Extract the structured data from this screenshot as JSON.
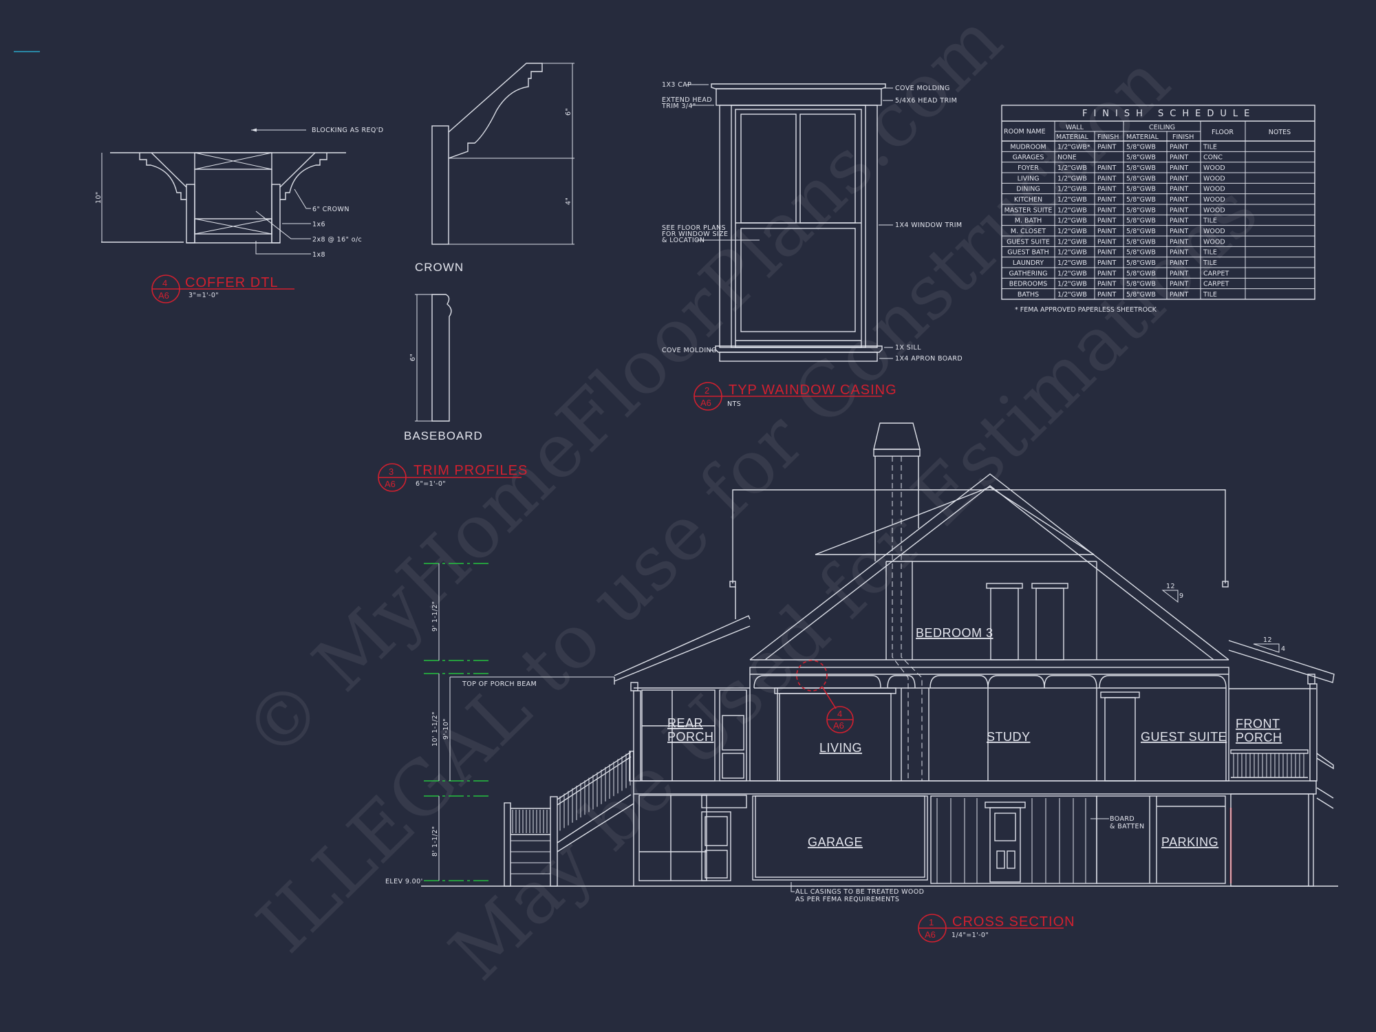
{
  "colors": {
    "background": "#262b3d",
    "linework": "#dfe2ea",
    "callout_red": "#d3202f",
    "level_green": "#25c23f",
    "marker_cyan": "#2aa7c9"
  },
  "watermark": {
    "line1": "© MyHomeFloorPlans.com",
    "line2": "ILLEGAL to use for Construction",
    "line3": "May be Used for Estimations"
  },
  "coffer_detail": {
    "callout_number": "4",
    "callout_sheet": "A6",
    "title": "COFFER DTL",
    "scale": "3\"=1'-0\"",
    "dimension": "10\"",
    "notes": [
      "BLOCKING AS REQ'D",
      "6\" CROWN",
      "1x6",
      "2x8 @ 16\" o/c",
      "1x8"
    ]
  },
  "trim_profiles": {
    "callout_number": "3",
    "callout_sheet": "A6",
    "title": "TRIM PROFILES",
    "scale": "6\"=1'-0\"",
    "crown_label": "CROWN",
    "crown_dims": [
      "6\"",
      "4\""
    ],
    "baseboard_label": "BASEBOARD",
    "baseboard_dim": "6\""
  },
  "window_casing": {
    "callout_number": "2",
    "callout_sheet": "A6",
    "title": "TYP WAINDOW CASING",
    "scale": "NTS",
    "notes_left": [
      "1X3 CAP",
      "EXTEND HEAD",
      "TRIM 3/4\"",
      "SEE FLOOR PLANS",
      "FOR WINDOW SIZE",
      "& LOCATION",
      "COVE MOLDING"
    ],
    "notes_right": [
      "COVE MOLDING",
      "5/4X6 HEAD TRIM",
      "1X4 WINDOW TRIM",
      "1X SILL",
      "1X4 APRON BOARD"
    ]
  },
  "finish_schedule": {
    "title": "FINISH SCHEDULE",
    "headers": {
      "room": "ROOM NAME",
      "wall": "WALL",
      "ceiling": "CEILING",
      "material": "MATERIAL",
      "finish": "FINISH",
      "floor": "FLOOR",
      "notes": "NOTES"
    },
    "rows": [
      [
        "MUDROOM",
        "1/2\"GWB*",
        "PAINT",
        "5/8\"GWB",
        "PAINT",
        "TILE",
        ""
      ],
      [
        "GARAGES",
        "NONE",
        "",
        "5/8\"GWB",
        "PAINT",
        "CONC",
        ""
      ],
      [
        "FOYER",
        "1/2\"GWB",
        "PAINT",
        "5/8\"GWB",
        "PAINT",
        "WOOD",
        ""
      ],
      [
        "LIVING",
        "1/2\"GWB",
        "PAINT",
        "5/8\"GWB",
        "PAINT",
        "WOOD",
        ""
      ],
      [
        "DINING",
        "1/2\"GWB",
        "PAINT",
        "5/8\"GWB",
        "PAINT",
        "WOOD",
        ""
      ],
      [
        "KITCHEN",
        "1/2\"GWB",
        "PAINT",
        "5/8\"GWB",
        "PAINT",
        "WOOD",
        ""
      ],
      [
        "MASTER SUITE",
        "1/2\"GWB",
        "PAINT",
        "5/8\"GWB",
        "PAINT",
        "WOOD",
        ""
      ],
      [
        "M. BATH",
        "1/2\"GWB",
        "PAINT",
        "5/8\"GWB",
        "PAINT",
        "TILE",
        ""
      ],
      [
        "M. CLOSET",
        "1/2\"GWB",
        "PAINT",
        "5/8\"GWB",
        "PAINT",
        "WOOD",
        ""
      ],
      [
        "GUEST SUITE",
        "1/2\"GWB",
        "PAINT",
        "5/8\"GWB",
        "PAINT",
        "WOOD",
        ""
      ],
      [
        "GUEST BATH",
        "1/2\"GWB",
        "PAINT",
        "5/8\"GWB",
        "PAINT",
        "TILE",
        ""
      ],
      [
        "LAUNDRY",
        "1/2\"GWB",
        "PAINT",
        "5/8\"GWB",
        "PAINT",
        "TILE",
        ""
      ],
      [
        "GATHERING",
        "1/2\"GWB",
        "PAINT",
        "5/8\"GWB",
        "PAINT",
        "CARPET",
        ""
      ],
      [
        "BEDROOMS",
        "1/2\"GWB",
        "PAINT",
        "5/8\"GWB",
        "PAINT",
        "CARPET",
        ""
      ],
      [
        "BATHS",
        "1/2\"GWB",
        "PAINT",
        "5/8\"GWB",
        "PAINT",
        "TILE",
        ""
      ]
    ],
    "footnote": "* FEMA APPROVED PAPERLESS SHEETROCK"
  },
  "cross_section": {
    "callout_number": "1",
    "callout_sheet": "A6",
    "title": "CROSS SECTION",
    "scale": "1/4\"=1'-0\"",
    "rooms": {
      "bedroom3": "BEDROOM 3",
      "rear_porch_1": "REAR",
      "rear_porch_2": "PORCH",
      "living": "LIVING",
      "study": "STUDY",
      "guest_suite": "GUEST SUITE",
      "front_porch_1": "FRONT",
      "front_porch_2": "PORCH",
      "garage": "GARAGE",
      "parking": "PARKING"
    },
    "dimensions": [
      "9' 1-1/2\"",
      "10' 1-1/2\"",
      "9'-10\"",
      "8' 1-1/2\""
    ],
    "elevation": "ELEV 9.00'",
    "top_of_porch_beam": "TOP OF PORCH BEAM",
    "board_batten": [
      "BOARD",
      "& BATTEN"
    ],
    "casing_note": [
      "ALL CASINGS TO BE TREATED WOOD",
      "AS PER FEMA REQUIREMENTS"
    ],
    "roof_slopes": [
      {
        "run": "12",
        "rise": "9"
      },
      {
        "run": "12",
        "rise": "4"
      }
    ],
    "detail_ref": {
      "number": "4",
      "sheet": "A6"
    }
  }
}
